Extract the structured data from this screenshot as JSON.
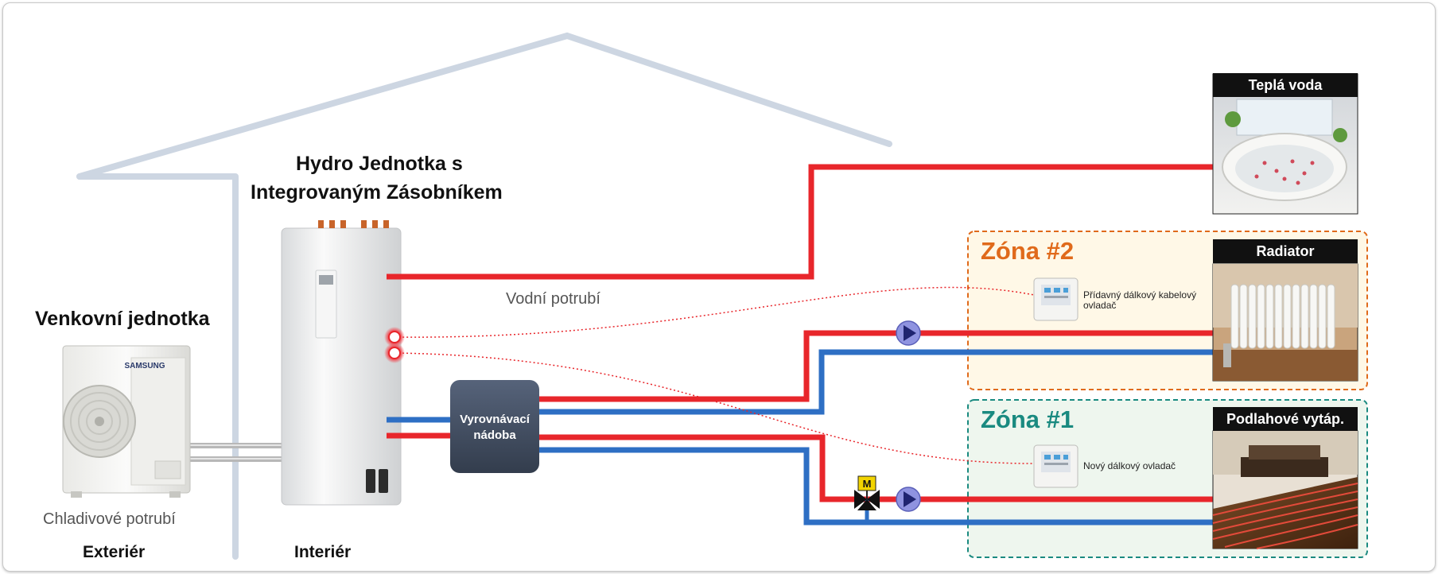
{
  "labels": {
    "outdoor_unit": "Venkovní jednotka",
    "hydro_unit_line1": "Hydro Jednotka s",
    "hydro_unit_line2": "Integrovaným Zásobníkem",
    "water_pipe": "Vodní potrubí",
    "refrigerant_pipe": "Chladivové potrubí",
    "exterior": "Exteriér",
    "interior": "Interiér",
    "buffer_line1": "Vyrovnávací",
    "buffer_line2": "nádoba",
    "brand": "SAMSUNG",
    "valve_mark": "M"
  },
  "zones": {
    "zone2": {
      "title": "Zóna #2",
      "controller": "Přídavný  dálkový kabelový ovladač"
    },
    "zone1": {
      "title": "Zóna #1",
      "controller": "Nový dálkový ovladač"
    }
  },
  "outputs": {
    "hot_water": "Teplá voda",
    "radiator": "Radiator",
    "floor_heating": "Podlahové vytáp."
  },
  "colors": {
    "hot_pipe": "#e8262b",
    "cold_pipe": "#2e6fc4",
    "zone2_accent": "#e06a1b",
    "zone2_fill": "#fff8e7",
    "zone1_accent": "#1a8a80",
    "zone1_fill": "#eef6ee",
    "house_outline": "#cdd6e2",
    "buffer_tank": "#3f4c5e",
    "pump": "#8f93e0"
  }
}
